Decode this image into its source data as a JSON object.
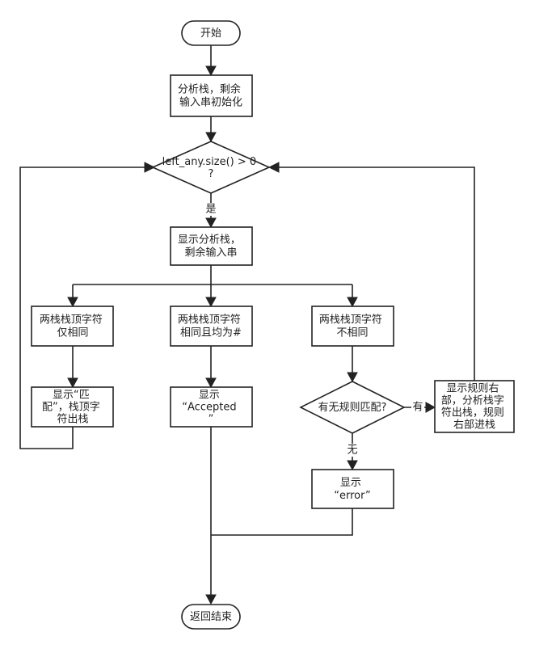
{
  "diagram": {
    "nodes": {
      "start": {
        "lines": [
          "开始"
        ]
      },
      "init": {
        "lines": [
          "分析栈，剩余",
          "输入串初始化"
        ]
      },
      "condition": {
        "lines": [
          "left_any.size() > 0",
          "?"
        ]
      },
      "show_stack": {
        "lines": [
          "显示分析栈，",
          "剩余输入串"
        ]
      },
      "branch_partial_match": {
        "lines": [
          "两栈栈顶字符",
          "仅相同"
        ]
      },
      "branch_both_hash": {
        "lines": [
          "两栈栈顶字符",
          "相同且均为#"
        ]
      },
      "branch_not_equal": {
        "lines": [
          "两栈栈顶字符",
          "不相同"
        ]
      },
      "show_match_pop": {
        "lines": [
          "显示“匹",
          "配”，栈顶字",
          "符出栈"
        ]
      },
      "show_accepted": {
        "lines": [
          "显示",
          "“Accepted",
          "”"
        ]
      },
      "rule_decision": {
        "lines": [
          "有无规则匹配?"
        ]
      },
      "show_rule_push": {
        "lines": [
          "显示规则右",
          "部，分析栈字",
          "符出栈，规则",
          "右部进栈"
        ]
      },
      "show_error": {
        "lines": [
          "显示",
          "“error”"
        ]
      },
      "end": {
        "lines": [
          "返回结束"
        ]
      }
    },
    "edge_labels": {
      "yes_label": "是",
      "has_rule_label": "有",
      "no_rule_label": "无"
    },
    "colors": {
      "stroke": "#222222",
      "fill": "#ffffff",
      "text": "#222222"
    }
  }
}
